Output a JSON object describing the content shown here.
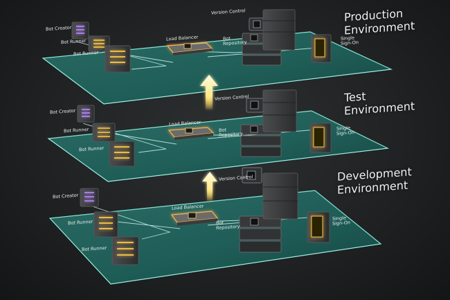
{
  "environments": [
    {
      "title_line1": "Production",
      "title_line2": "Environment",
      "labels": {
        "bot_creator": "Bot Creator",
        "bot_runner_1": "Bot Runner",
        "bot_runner_2": "Bot Runner",
        "load_balancer": "Load Balancer",
        "version_control": "Version Control",
        "bot_repository_line1": "Bot",
        "bot_repository_line2": "Repository",
        "sso_line1": "Single",
        "sso_line2": "Sign-On"
      }
    },
    {
      "title_line1": "Test",
      "title_line2": "Environment",
      "labels": {
        "bot_creator": "Bot Creator",
        "bot_runner_1": "Bot Runner",
        "bot_runner_2": "Bot Runner",
        "load_balancer": "Load Balancer",
        "version_control": "Version Control",
        "bot_repository_line1": "Bot",
        "bot_repository_line2": "Repository",
        "sso_line1": "Single",
        "sso_line2": "Sign-On"
      }
    },
    {
      "title_line1": "Development",
      "title_line2": "Environment",
      "labels": {
        "bot_creator": "Bot Creator",
        "bot_runner_1": "Bot Runner",
        "bot_runner_2": "Bot Runner",
        "load_balancer": "Load Balancer",
        "version_control": "Version Control",
        "bot_repository_line1": "Bot",
        "bot_repository_line2": "Repository",
        "sso_line1": "Single",
        "sso_line2": "Sign-On"
      }
    }
  ],
  "colors": {
    "platform_fill": "#1f6e66",
    "platform_edge": "#8ff2e2",
    "arrow_glow": "#fff2a8",
    "server_orange": "#ff9a2e",
    "server_yellow": "#ffc94a",
    "creator_purple": "#b98cff"
  }
}
